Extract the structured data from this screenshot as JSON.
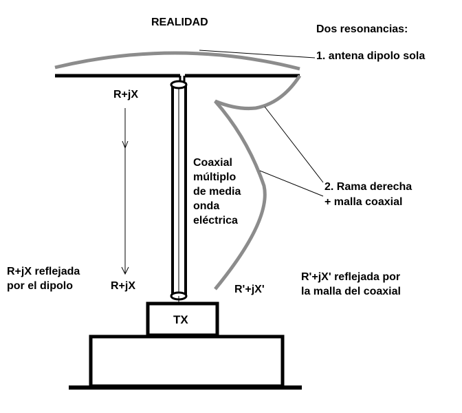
{
  "title": "REALIDAD",
  "resonances": {
    "heading": "Dos resonancias:",
    "item1": "1. antena dipolo sola",
    "item2_line1": "2. Rama derecha",
    "item2_line2": "+ malla coaxial"
  },
  "labels": {
    "top_impedance": "R+jX",
    "bottom_impedance": "R+jX",
    "coax_line1": "Coaxial",
    "coax_line2": "múltiplo",
    "coax_line3": "de media",
    "coax_line4": "onda",
    "coax_line5": "eléctrica",
    "left_reflected_line1": "R+jX reflejada",
    "left_reflected_line2": "por el dipolo",
    "shield_impedance": "R'+jX'",
    "right_reflected_line1": "R'+jX' reflejada por",
    "right_reflected_line2": "la malla del coaxial",
    "tx": "TX"
  },
  "colors": {
    "line": "#000000",
    "current": "#8c8c8c"
  }
}
